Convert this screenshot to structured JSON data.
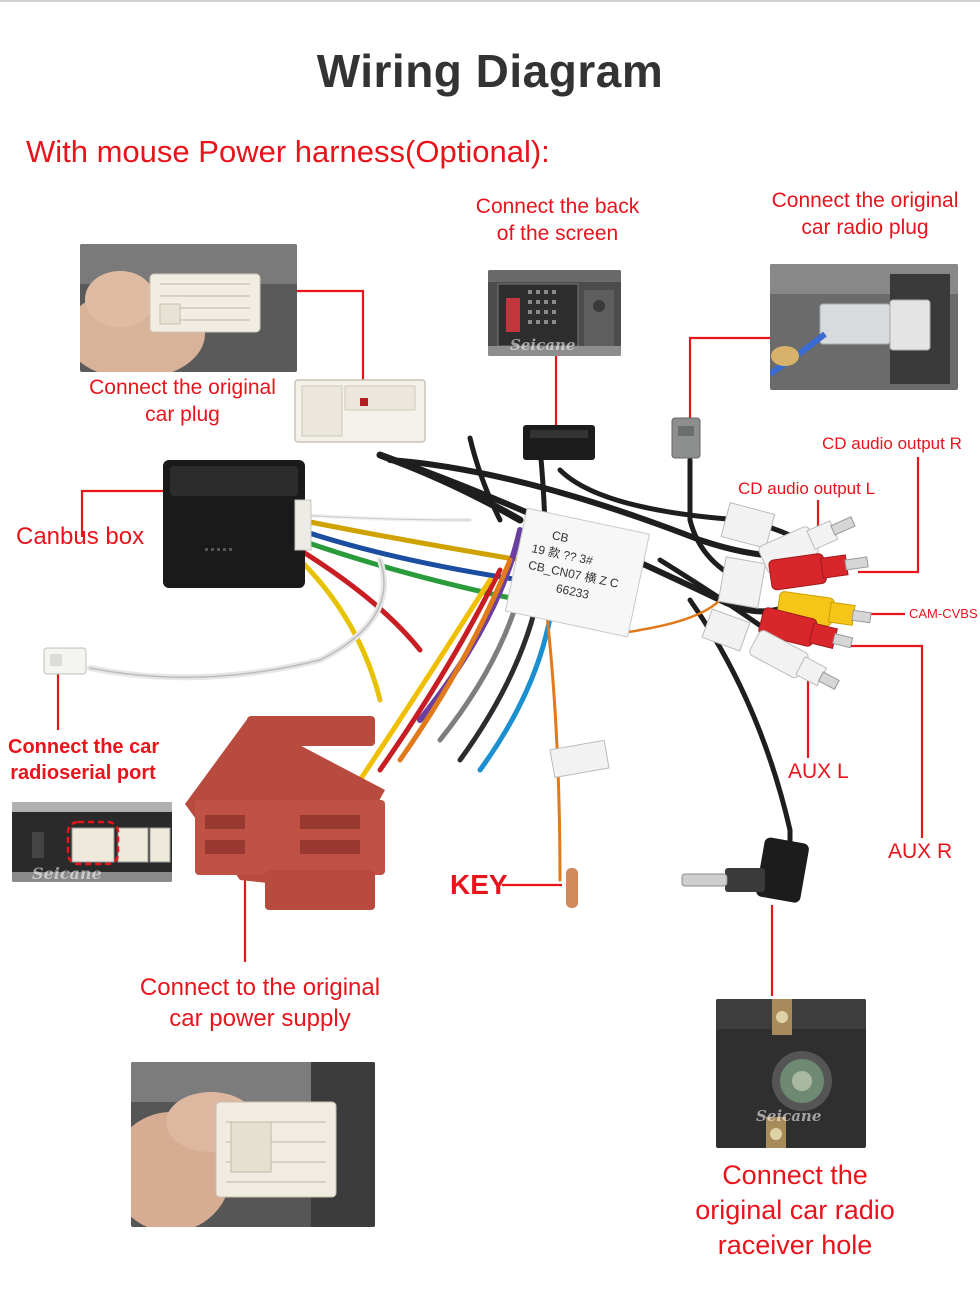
{
  "title": "Wiring Diagram",
  "subtitle": "With mouse Power harness(Optional):",
  "labels": {
    "back_screen": [
      "Connect the back",
      "of the screen"
    ],
    "orig_radio_plug": [
      "Connect the original",
      "car radio plug"
    ],
    "orig_car_plug": [
      "Connect the original",
      "car plug"
    ],
    "cd_audio_r": "CD audio output R",
    "cd_audio_l": "CD audio output L",
    "canbus_box": "Canbus box",
    "cam_cvbs": "CAM-CVBS",
    "radioserial_port": [
      "Connect the car",
      "radioserial port"
    ],
    "aux_l": "AUX L",
    "aux_r": "AUX R",
    "key": "KEY",
    "power_supply": [
      "Connect to the original",
      "car power supply"
    ],
    "receiver_hole": [
      "Connect the",
      "original car radio",
      "raceiver hole"
    ]
  },
  "watermark": "Seicane",
  "harness_text": {
    "tag_main": [
      "CB",
      "19 款 ?? 3#",
      "CB_CN07 横 Z C",
      "66233"
    ]
  },
  "colors": {
    "accent_red": "#e8141c",
    "title_gray": "#333333",
    "connector_red": "#b84a3e",
    "rca_red": "#d8262a",
    "rca_white": "#f2f2f2",
    "rca_yellow": "#f5c518"
  }
}
